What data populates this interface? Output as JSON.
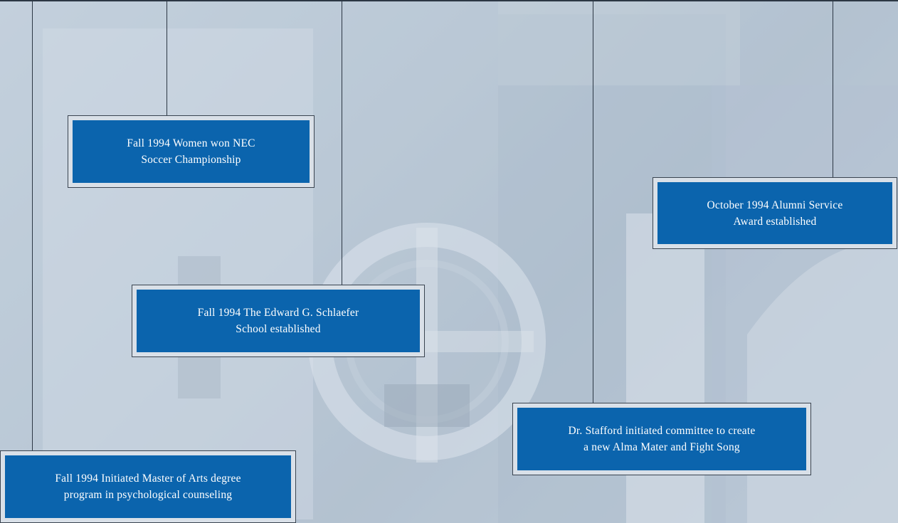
{
  "events": [
    {
      "text": "Fall 1994 Women won NEC\nSoccer Championship"
    },
    {
      "text": "October 1994  Alumni Service\nAward established"
    },
    {
      "text": "Fall 1994 The Edward G. Schlaefer\nSchool established"
    },
    {
      "text": "Dr. Stafford initiated committee to create\na new Alma Mater and Fight Song"
    },
    {
      "text": "Fall 1994 Initiated Master of Arts degree\nprogram in psychological counseling"
    }
  ],
  "colors": {
    "box_fill": "#0b64ad",
    "box_frame": "#d9e0e8",
    "line": "#2c3744",
    "text": "#ffffff"
  }
}
